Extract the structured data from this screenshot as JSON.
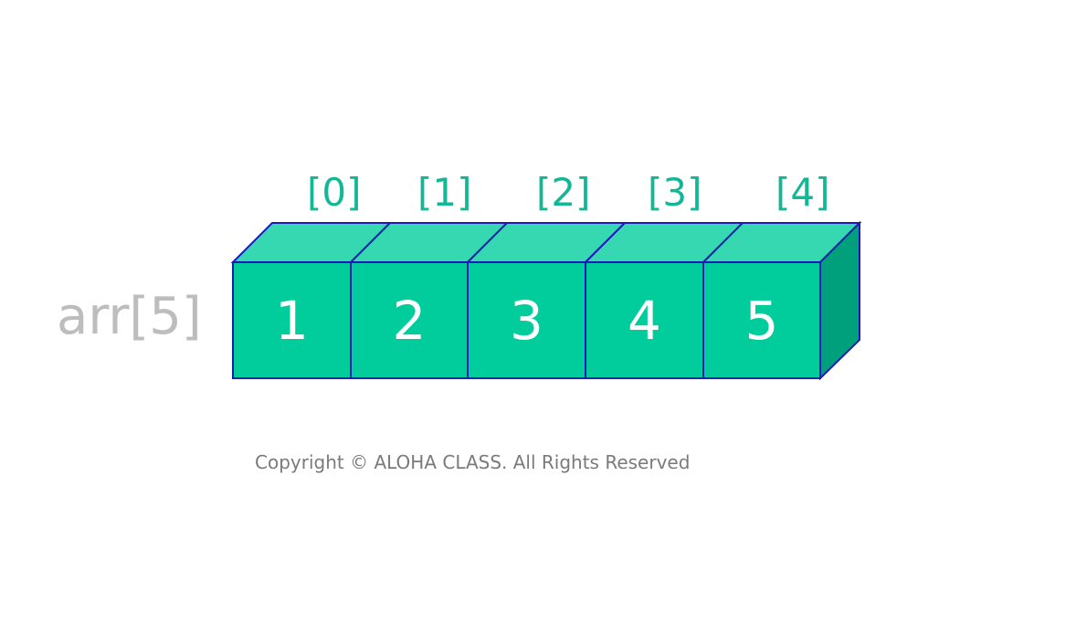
{
  "array_label": "arr[5]",
  "cells": [
    {
      "index_label": "[0]",
      "value": "1"
    },
    {
      "index_label": "[1]",
      "value": "2"
    },
    {
      "index_label": "[2]",
      "value": "3"
    },
    {
      "index_label": "[3]",
      "value": "4"
    },
    {
      "index_label": "[4]",
      "value": "5"
    }
  ],
  "copyright": "Copyright © ALOHA CLASS. All Rights Reserved",
  "colors": {
    "cell_front": "#00cc9c",
    "cell_top": "#35d8b0",
    "cell_side": "#00a07c",
    "cell_border": "#1a1ab8",
    "index_text": "#12b895",
    "array_label_text": "#bdbdbd",
    "copyright_text": "#7a7a7a"
  }
}
